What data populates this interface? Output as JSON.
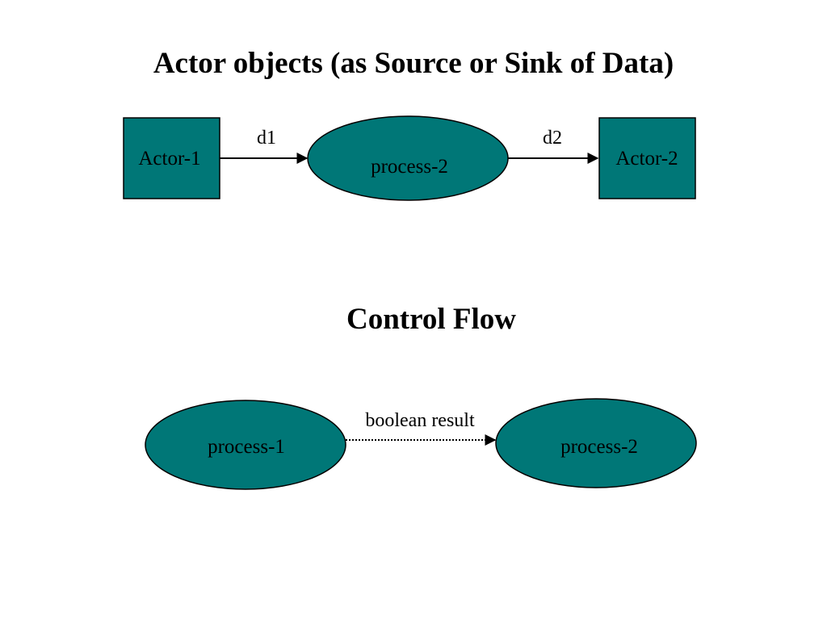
{
  "titles": {
    "actor_section": "Actor objects (as Source or Sink of Data)",
    "control_section": "Control Flow"
  },
  "colors": {
    "node_fill": "#007777",
    "node_stroke": "#000000",
    "edge": "#000000"
  },
  "data_flow": {
    "actor_source": "Actor-1",
    "process": "process-2",
    "actor_sink": "Actor-2",
    "flow_in_label": "d1",
    "flow_out_label": "d2"
  },
  "control_flow": {
    "process_from": "process-1",
    "process_to": "process-2",
    "flow_label": "boolean result"
  }
}
